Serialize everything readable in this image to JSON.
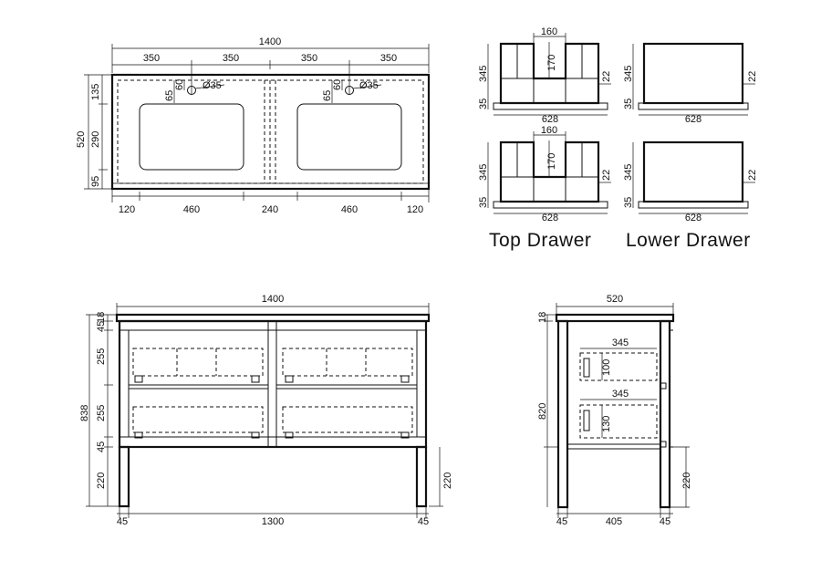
{
  "top_view": {
    "overall_width": "1400",
    "top_segments": [
      "350",
      "350",
      "350",
      "350"
    ],
    "depth": "520",
    "left_segments": [
      "135",
      "290",
      "95"
    ],
    "tap_offsets": [
      "65",
      "60"
    ],
    "hole_diameter": "Ø35",
    "bottom_segments": [
      "120",
      "460",
      "240",
      "460",
      "120"
    ]
  },
  "drawer_sections": {
    "top_drawer": {
      "caption": "Top Drawer",
      "width_top": "160",
      "height_inner": "170",
      "height_side": "345",
      "base": "35",
      "offset": "22",
      "width": "628"
    },
    "lower_drawer": {
      "caption": "Lower Drawer",
      "height_side": "345",
      "base": "35",
      "offset": "22",
      "width": "628"
    }
  },
  "front_view": {
    "overall_width": "1400",
    "left_heights": [
      "18",
      "45",
      "255",
      "255",
      "45",
      "220"
    ],
    "total_height": "838",
    "right_height": "220",
    "bottom_segments": [
      "45",
      "1300",
      "45"
    ]
  },
  "side_view": {
    "depth": "520",
    "top": "18",
    "height": "820",
    "drawer_depth_upper": "345",
    "drawer_height_upper": "100",
    "drawer_depth_lower": "345",
    "drawer_height_lower": "130",
    "leg_height": "220",
    "bottom_segments": [
      "45",
      "405",
      "45"
    ]
  }
}
